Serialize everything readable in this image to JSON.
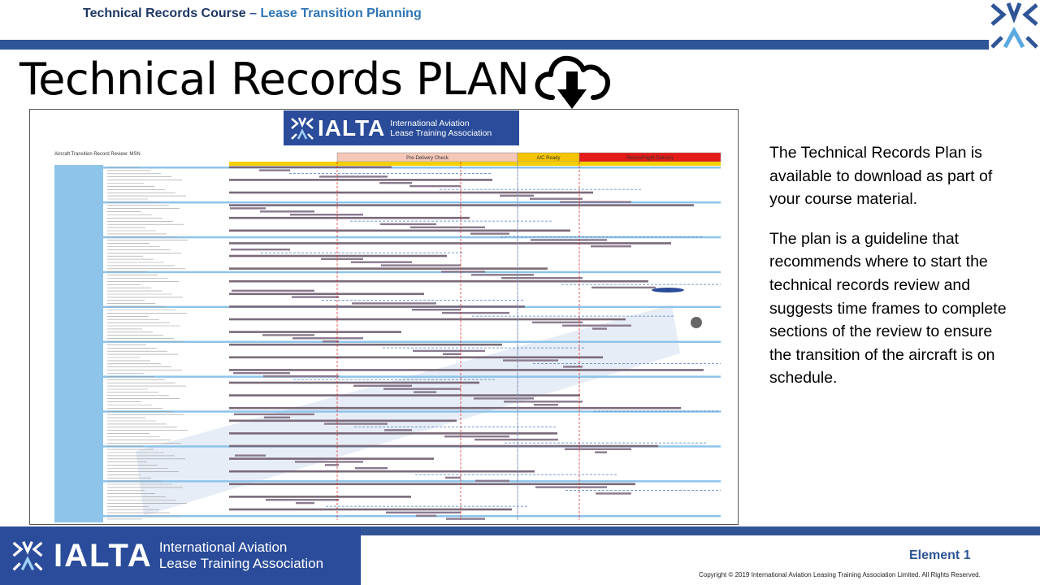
{
  "header": {
    "course": "Technical Records Course",
    "separator": " – ",
    "module": "Lease Transition Planning"
  },
  "title": "Technical Records PLAN",
  "icons": {
    "download": "cloud-download-icon",
    "logo": "ialta-logo-icon"
  },
  "plan_image": {
    "logo_word": "IALTA",
    "logo_tagline_1": "International Aviation",
    "logo_tagline_2": "Lease Training Association",
    "subtitle": "Aircraft Transition Record Review: MSN",
    "phases": [
      "Pre-Delivery Check",
      "A/C Ready",
      "Return/Flight Delivery"
    ],
    "phase_colors": [
      "#f4c7b8",
      "#f5c400",
      "#e41b17"
    ]
  },
  "description": {
    "paragraph_1": "The Technical Records Plan is available to download as part of your course material.",
    "paragraph_2": "The plan is a guideline that recommends where to start the technical records review and suggests time frames to complete sections of the review to ensure the transition of the aircraft is on schedule."
  },
  "footer": {
    "logo_word": "IALTA",
    "tagline_1": "International Aviation",
    "tagline_2": "Lease Training Association",
    "element": "Element 1",
    "copyright": "Copyright © 2019 International Aviation Leasing Training Association Limited. All Rights Reserved."
  },
  "colors": {
    "brand_blue": "#2f5597",
    "logo_blue": "#2a4c9a",
    "header_accent": "#2e75b6"
  }
}
